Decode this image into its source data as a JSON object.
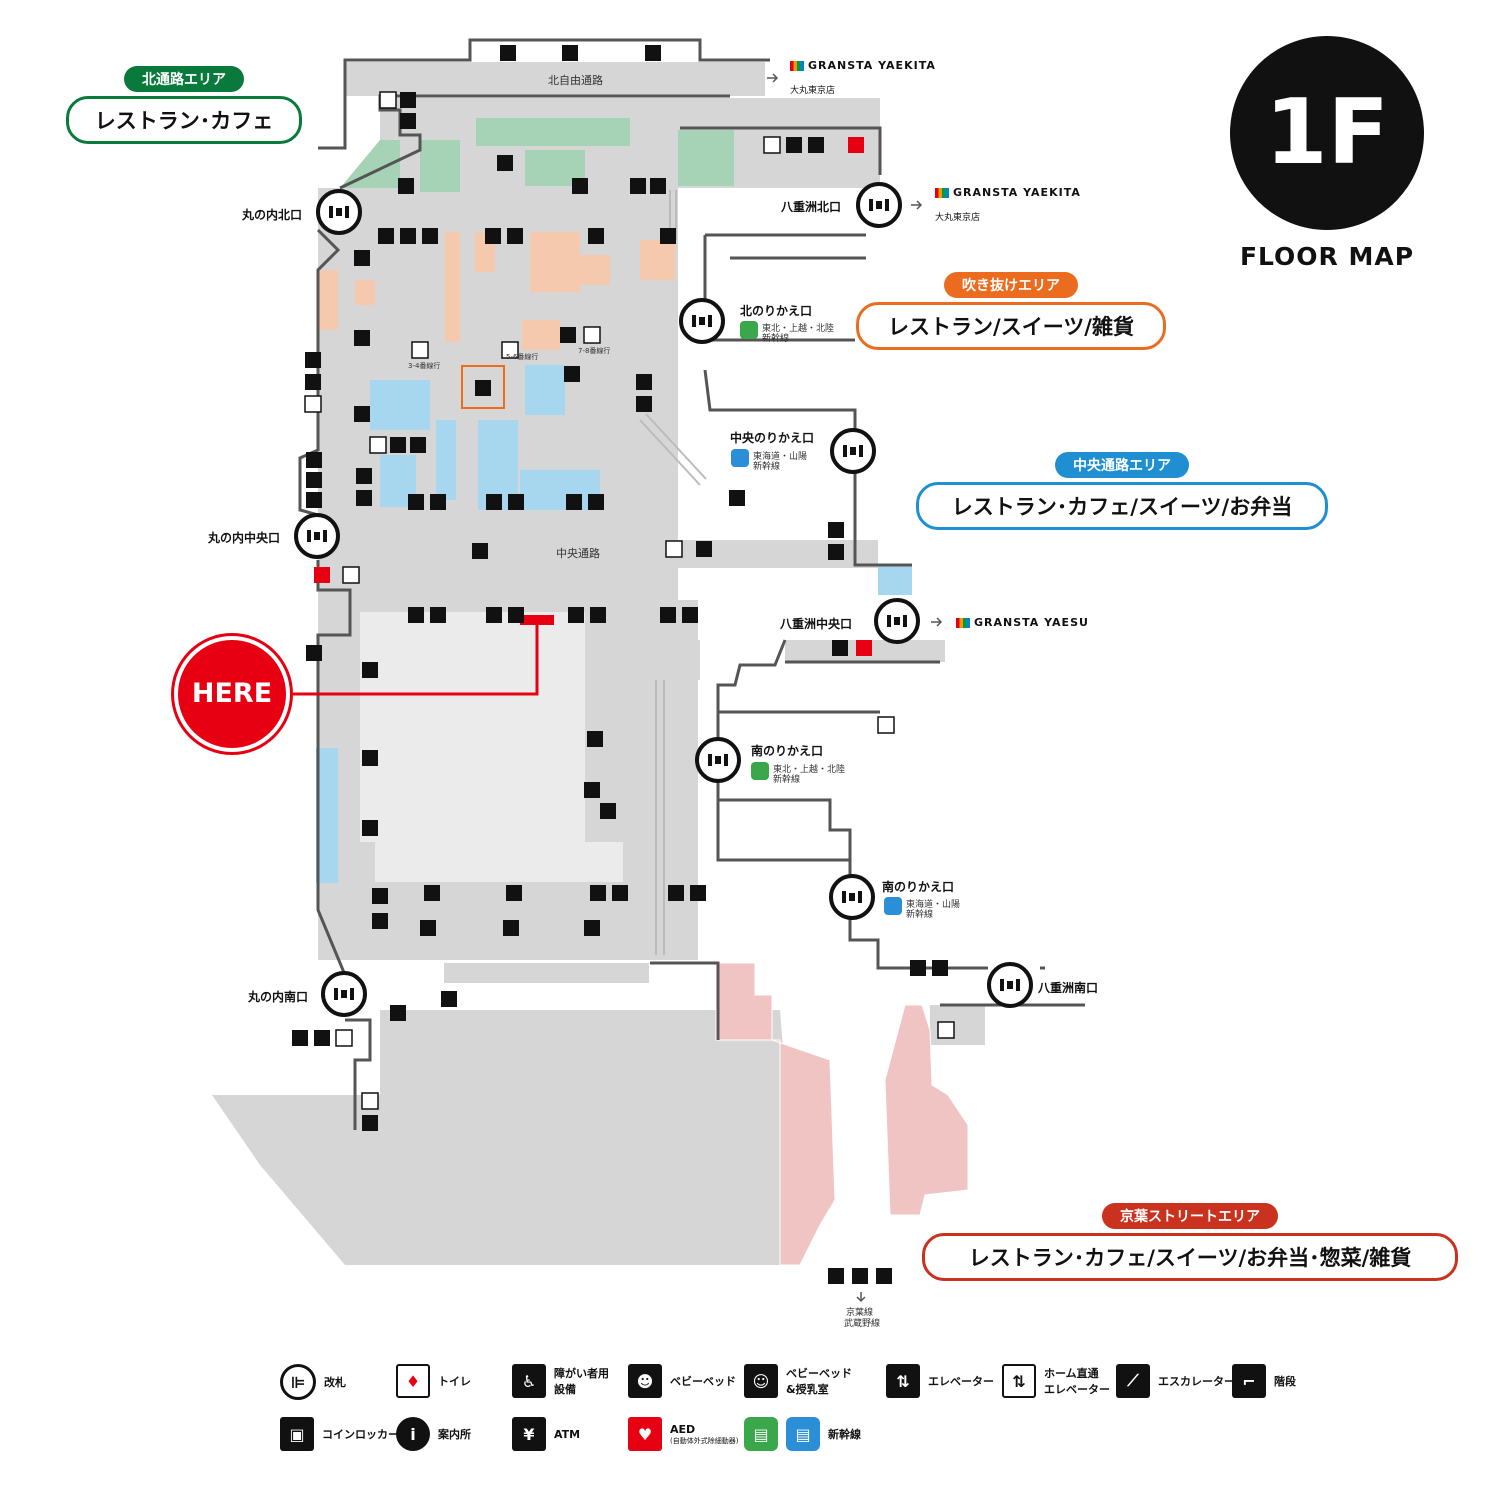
{
  "floor": {
    "number": "1F",
    "title": "FLOOR MAP"
  },
  "here": "HERE",
  "areas": {
    "north": {
      "tag": "北通路エリア",
      "box": "レストラン･カフェ",
      "color": "#0a7a3c"
    },
    "atrium": {
      "tag": "吹き抜けエリア",
      "box": "レストラン/スイーツ/雑貨",
      "color": "#ec6c1f"
    },
    "central": {
      "tag": "中央通路エリア",
      "box": "レストラン･カフェ/スイーツ/お弁当",
      "color": "#1f8fd1"
    },
    "keiyo": {
      "tag": "京葉ストリートエリア",
      "box": "レストラン･カフェ/スイーツ/お弁当･惣菜/雑貨",
      "color": "#c8321e"
    }
  },
  "labels": {
    "north_passage": "北自由通路",
    "central_passage": "中央通路",
    "marunouchi_north": "丸の内北口",
    "marunouchi_central": "丸の内中央口",
    "marunouchi_south": "丸の内南口",
    "yaesu_north": "八重洲北口",
    "yaesu_central": "八重洲中央口",
    "yaesu_south": "八重洲南口",
    "north_transfer": "北のりかえ口",
    "central_transfer": "中央のりかえ口",
    "south_transfer_1": "南のりかえ口",
    "south_transfer_2": "南のりかえ口",
    "line_tohoku_1": "東北・上越・北陸",
    "line_shinkansen_1": "新幹線",
    "line_tokaido_1": "東海道・山陽",
    "line_shinkansen_2": "新幹線",
    "line_tohoku_2": "東北・上越・北陸",
    "line_shinkansen_3": "新幹線",
    "line_tokaido_2": "東海道・山陽",
    "line_shinkansen_4": "新幹線",
    "keiyo_line": "京葉線",
    "musashino_line": "武蔵野線",
    "elev_34": "3-4番線行",
    "elev_56": "5-6番線行",
    "elev_78": "7-8番線行"
  },
  "brands": {
    "gransta_yaekita_1": "GRANSTA YAEKITA",
    "daimaru_1": "大丸東京店",
    "gransta_yaekita_2": "GRANSTA YAEKITA",
    "daimaru_2": "大丸東京店",
    "gransta_yaesu": "GRANSTA YAESU"
  },
  "legend": [
    {
      "icon": "ticket-gate-icon",
      "label": "改札"
    },
    {
      "icon": "toilet-icon",
      "label": "トイレ"
    },
    {
      "icon": "accessible-icon",
      "label": "障がい者用\n設備"
    },
    {
      "icon": "baby-bed-icon",
      "label": "ベビーベッド"
    },
    {
      "icon": "nursing-room-icon",
      "label": "ベビーベッド\n&授乳室"
    },
    {
      "icon": "elevator-icon",
      "label": "エレベーター"
    },
    {
      "icon": "platform-elevator-icon",
      "label": "ホーム直通\nエレベーター"
    },
    {
      "icon": "escalator-icon",
      "label": "エスカレーター"
    },
    {
      "icon": "stairs-icon",
      "label": "階段"
    },
    {
      "icon": "coin-locker-icon",
      "label": "コインロッカー"
    },
    {
      "icon": "info-icon",
      "label": "案内所"
    },
    {
      "icon": "atm-icon",
      "label": "ATM"
    },
    {
      "icon": "aed-icon",
      "label": "AED",
      "sub": "(自動体外式除細動器)"
    },
    {
      "icon": "shinkansen-icon",
      "label": "新幹線"
    }
  ]
}
